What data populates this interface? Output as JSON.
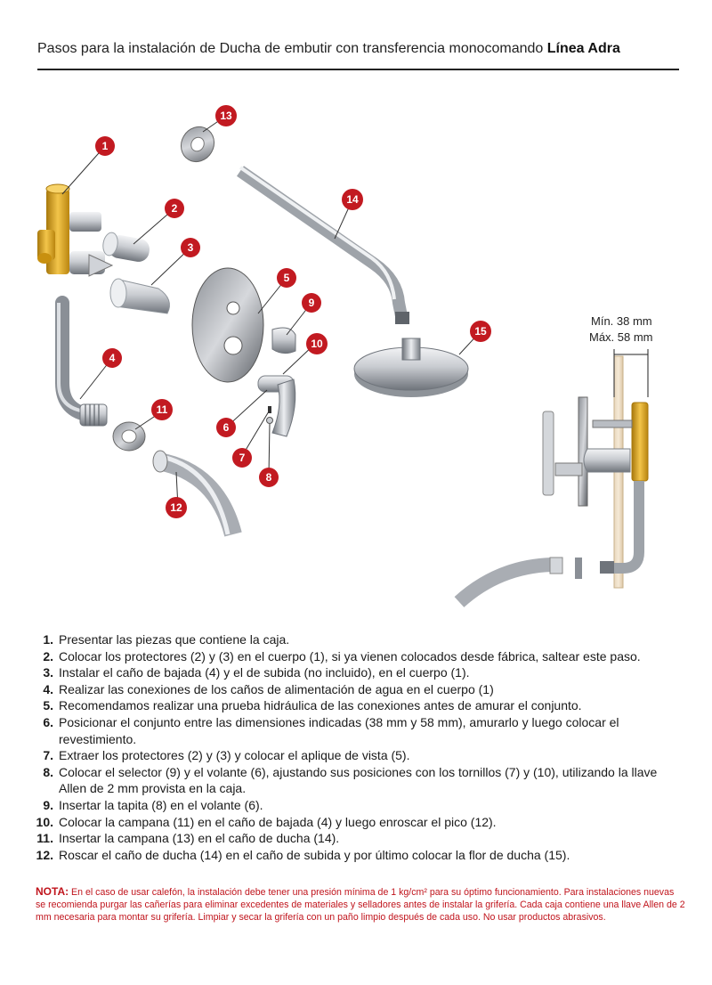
{
  "header": {
    "title_prefix": "Pasos para la instalación de Ducha de embutir con transferencia monocomando ",
    "title_bold": "Línea Adra"
  },
  "diagram": {
    "callouts": [
      "1",
      "2",
      "3",
      "4",
      "5",
      "6",
      "7",
      "8",
      "9",
      "10",
      "11",
      "12",
      "13",
      "14",
      "15"
    ],
    "dim_min": "Mín. 38 mm",
    "dim_max": "Máx. 58 mm"
  },
  "steps": [
    {
      "num": "1.",
      "text": "Presentar las piezas que contiene la caja."
    },
    {
      "num": "2.",
      "text": "Colocar los protectores (2) y (3) en el cuerpo (1), si ya vienen colocados desde fábrica, saltear este paso."
    },
    {
      "num": "3.",
      "text": "Instalar el caño de bajada (4) y el de subida (no incluido), en el cuerpo (1)."
    },
    {
      "num": "4.",
      "text": "Realizar las conexiones de los caños de alimentación de agua en el cuerpo (1)"
    },
    {
      "num": "5.",
      "text": "Recomendamos realizar una prueba hidráulica de las conexiones antes de amurar el conjunto."
    },
    {
      "num": "6.",
      "text": "Posicionar el conjunto entre las dimensiones indicadas (38 mm y 58 mm), amurarlo y luego colocar el revestimiento."
    },
    {
      "num": "7.",
      "text": "Extraer los protectores (2) y (3) y colocar el aplique de vista (5)."
    },
    {
      "num": "8.",
      "text": "Colocar el selector (9) y el volante (6), ajustando sus posiciones con los tornillos (7) y (10), utilizando la llave Allen de 2 mm provista en la caja."
    },
    {
      "num": "9.",
      "text": "Insertar la tapita (8) en el volante (6)."
    },
    {
      "num": "10.",
      "text": "Colocar la campana (11) en el caño de bajada (4) y luego enroscar el pico (12)."
    },
    {
      "num": "11.",
      "text": "Insertar la campana (13) en el caño de ducha (14)."
    },
    {
      "num": "12.",
      "text": "Roscar el caño de ducha (14) en el caño de subida y por último colocar la flor de ducha (15)."
    }
  ],
  "note": {
    "label": "NOTA:",
    "text": " En el caso de usar calefón, la instalación debe tener una presión mínima de 1 kg/cm² para su óptimo funcionamiento. Para instalaciones nuevas se recomienda purgar las cañerías para eliminar excedentes de materiales y selladores antes de instalar la grifería. Cada caja contiene una llave Allen de 2 mm necesaria para montar su grifería. Limpiar y secar la grifería con un paño limpio después de cada uso. No usar productos abrasivos."
  },
  "colors": {
    "callout": "#c21a21",
    "note": "#c0141c",
    "brass": "#e0a81e",
    "metal": "#b8bcc2"
  }
}
